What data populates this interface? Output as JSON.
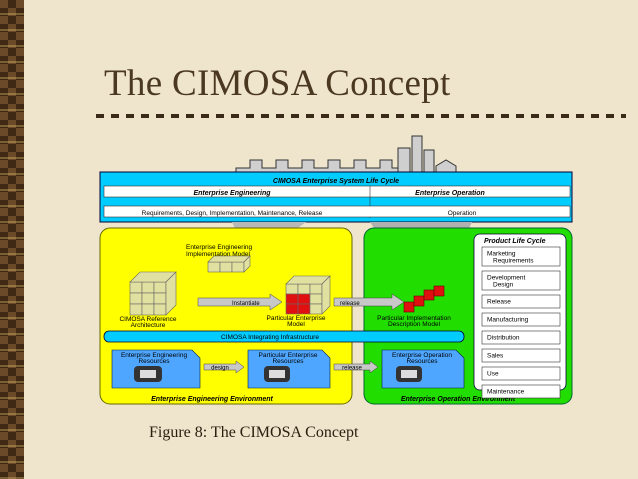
{
  "title": "The CIMOSA Concept",
  "caption": "Figure 8: The CIMOSA Concept",
  "colors": {
    "background": "#efe5cc",
    "cyan": "#00ccff",
    "yellow": "#ffff00",
    "green": "#22dd00",
    "cube": "#e0e0a0",
    "cube_red": "#e01010",
    "panel_blue": "#4fa6ff"
  },
  "lifecycle": {
    "title": "CIMOSA Enterprise System Life Cycle",
    "engineering": "Enterprise Engineering",
    "operation": "Enterprise Operation",
    "phases": "Requirements, Design, Implementation, Maintenance, Release",
    "operation_phase": "Operation"
  },
  "engineering_env": {
    "model_label_line1": "Enterprise Engineering",
    "model_label_line2": "Implementation Model",
    "instantiate": "Instantiate",
    "reference_line1": "CIMOSA Reference",
    "reference_line2": "Architecture",
    "particular_line1": "Particular Enterprise",
    "particular_line2": "Model",
    "release": "release",
    "infrastructure": "CIMOSA Integrating Infrastructure",
    "eng_resources_line1": "Enterprise Engineering",
    "eng_resources_line2": "Resources",
    "design": "design",
    "particular_resources_line1": "Particular Enterprise",
    "particular_resources_line2": "Resources",
    "release2": "release",
    "footer": "Enterprise Engineering Environment"
  },
  "operation_env": {
    "impl_line1": "Particular Implementation",
    "impl_line2": "Description Model",
    "op_resources_line1": "Enterprise Operation",
    "op_resources_line2": "Resources",
    "footer": "Enterprise Operation Environment"
  },
  "product_life_cycle": {
    "title": "Product Life Cycle",
    "items": [
      {
        "line1": "Marketing",
        "line2": "Requirements"
      },
      {
        "line1": "Development",
        "line2": "Design"
      },
      {
        "line1": "Release",
        "line2": ""
      },
      {
        "line1": "Manufacturing",
        "line2": ""
      },
      {
        "line1": "Distribution",
        "line2": ""
      },
      {
        "line1": "Sales",
        "line2": ""
      },
      {
        "line1": "Use",
        "line2": ""
      },
      {
        "line1": "Maintenance",
        "line2": ""
      }
    ]
  }
}
